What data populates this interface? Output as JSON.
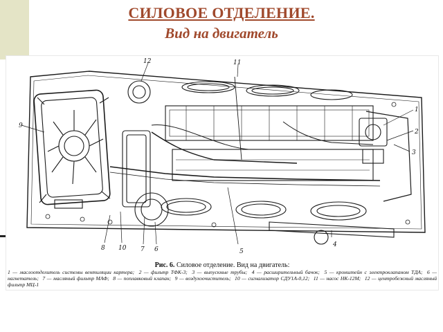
{
  "slide": {
    "title": "СИЛОВОЕ ОТДЕЛЕНИЕ.",
    "subtitle": "Вид на двигатель"
  },
  "figure": {
    "callouts": [
      "1",
      "2",
      "3",
      "4",
      "5",
      "6",
      "7",
      "8",
      "9",
      "10",
      "11",
      "12"
    ],
    "caption_label": "Рис. 6.",
    "caption_text": "Силовое отделение. Вид на двигатель:",
    "legend": [
      "1 — маслоотделитель системы вентиляции картера;",
      "2 — фильтр ТФК-3;",
      "3 — выпускные трубы;",
      "4 — расширительный бачок;",
      "5 — кронштейн с электроклапаном ТДА;",
      "6 — нагнетатель;",
      "7 — масляный фильтр МАФ;",
      "8 — поплавковый клапан;",
      "9 — воздухоочиститель;",
      "10 — сигнализатор СДУ1А-0,12;",
      "11 — насос НК-12М;",
      "12 — центробежный масляный фильтр МЦ-1"
    ]
  }
}
